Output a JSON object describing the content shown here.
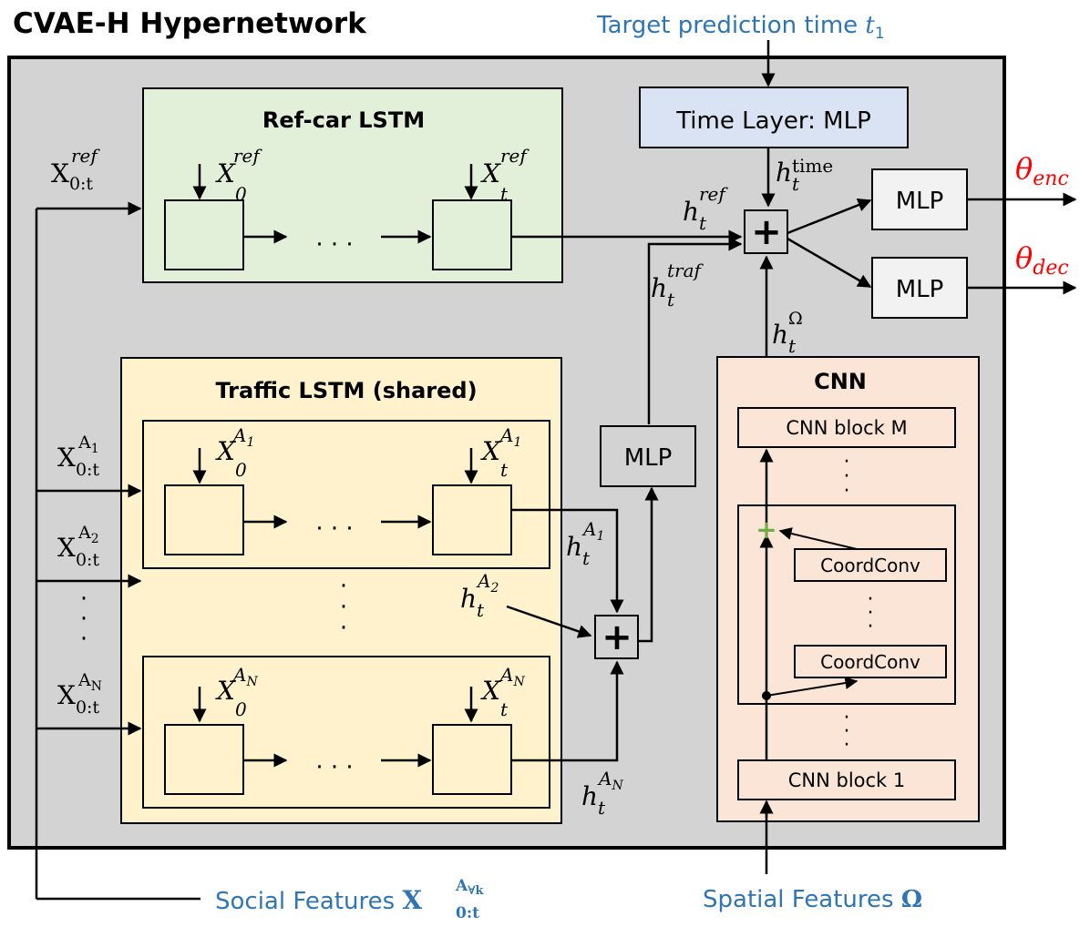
{
  "diagram": {
    "title": "CVAE-H Hypernetwork",
    "top_input": {
      "label": "Target prediction time",
      "sym": "t",
      "sub": "1"
    },
    "social_input": {
      "label": "Social Features",
      "sym": "X",
      "sub": "0:t",
      "sup": "A",
      "sup_sub": "∀k"
    },
    "spatial_input": {
      "label": "Spatial Features",
      "sym": "Ω"
    },
    "ref_lstm": {
      "title": "Ref-car LSTM",
      "x0_sup": "ref",
      "xt_sup": "ref"
    },
    "traffic_lstm": {
      "title": "Traffic LSTM (shared)",
      "a1": "A",
      "a1_sub": "1",
      "an": "A",
      "an_sub": "N"
    },
    "time_layer": "Time Layer: MLP",
    "cnn": {
      "title": "CNN",
      "block_m": "CNN block M",
      "block_1": "CNN block 1",
      "coord1": "CoordConv",
      "coord2": "CoordConv"
    },
    "mlp_label": "MLP",
    "dots": "· · ·",
    "outputs": {
      "enc": {
        "sym": "θ",
        "sub": "enc"
      },
      "dec": {
        "sym": "θ",
        "sub": "dec"
      }
    },
    "hidden": {
      "ref": "ref",
      "time": "time",
      "traf": "traf",
      "omega": "Ω",
      "a1": "A",
      "a1_sub": "1",
      "a2": "A",
      "a2_sub": "2",
      "an": "A",
      "an_sub": "N"
    },
    "inputs": {
      "ref": "ref",
      "a1": "A",
      "a1_sub": "1",
      "a2": "A",
      "a2_sub": "2",
      "an": "A",
      "an_sub": "N",
      "sub": "0:t"
    },
    "colors": {
      "outer_bg": "#d3d3d3",
      "ref_bg": "#e2efd9",
      "traffic_bg": "#fff2cc",
      "time_bg": "#dae3f3",
      "cnn_bg": "#fbe5d6",
      "mlp_bg": "#f2f2f2",
      "blue_text": "#2e75b6",
      "red_text": "#ff0000",
      "green_plus": "#70ad47"
    }
  }
}
